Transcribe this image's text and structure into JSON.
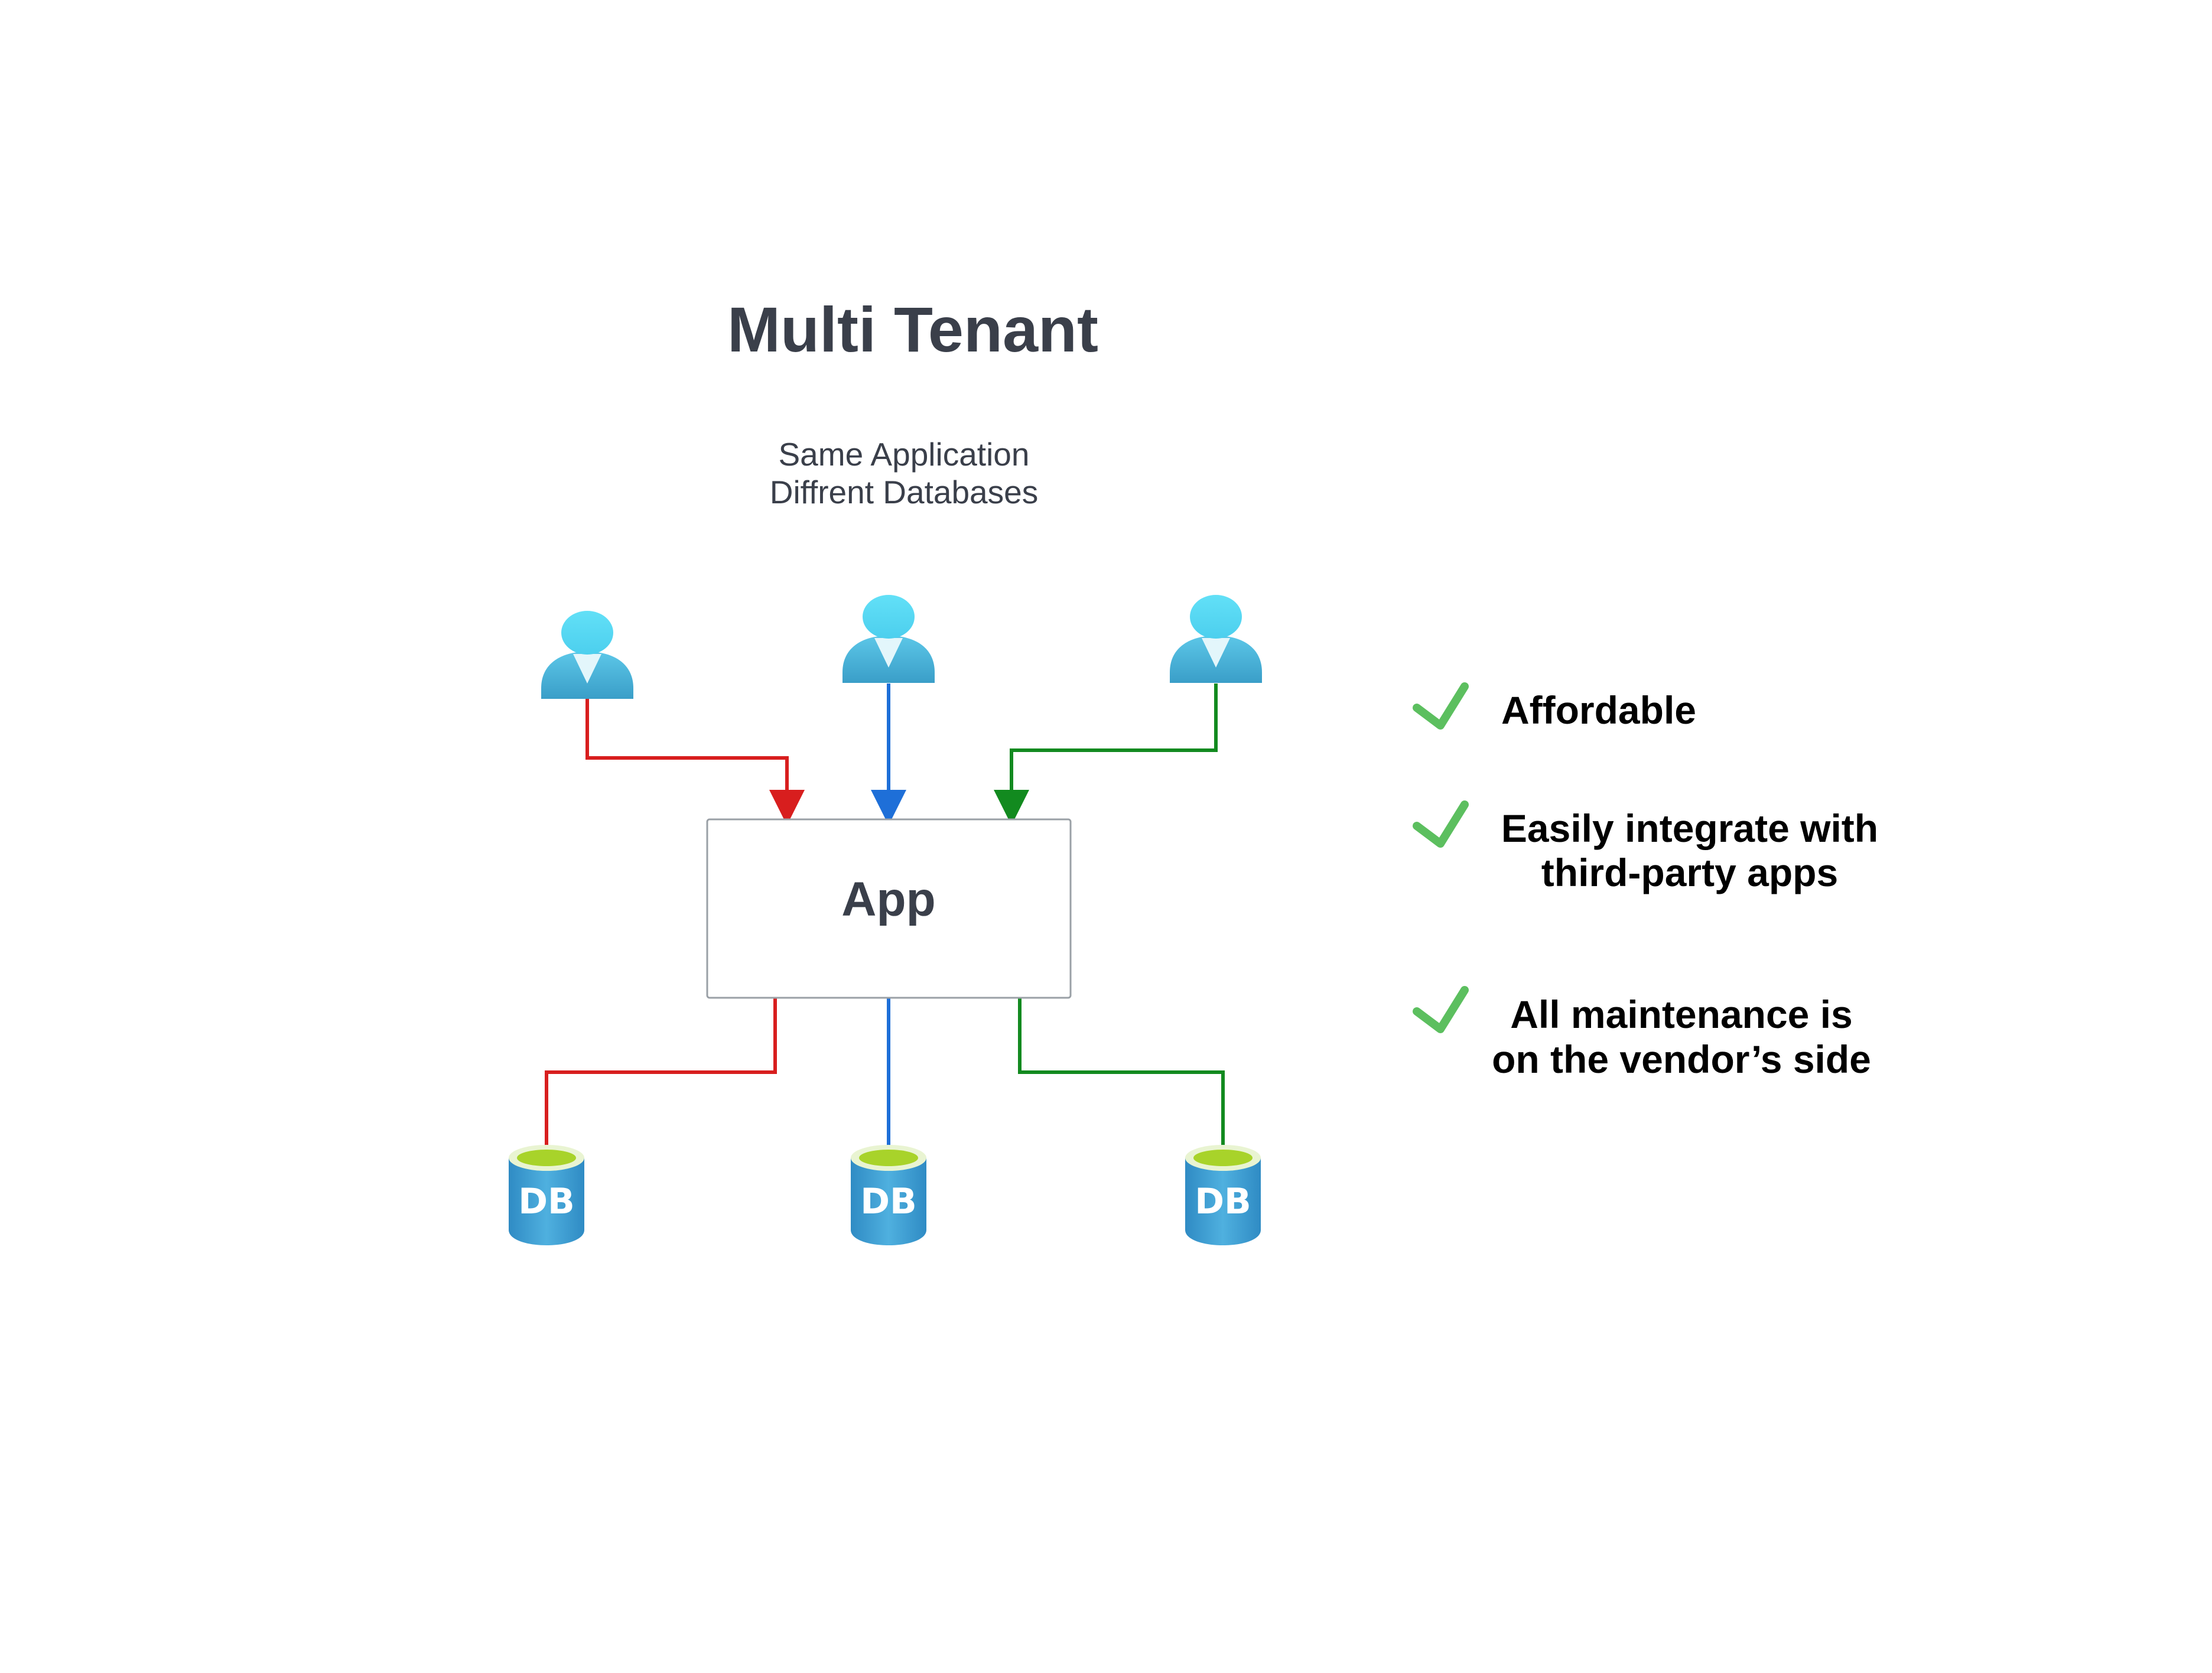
{
  "title": "Multi Tenant",
  "subtitle_lines": [
    "Same Application",
    "Diffrent Databases"
  ],
  "app_label": "App",
  "users": [
    {
      "icon": "user-icon"
    },
    {
      "icon": "user-icon"
    },
    {
      "icon": "user-icon"
    }
  ],
  "databases": [
    {
      "icon": "database-icon",
      "label": "DB"
    },
    {
      "icon": "database-icon",
      "label": "DB"
    },
    {
      "icon": "database-icon",
      "label": "DB"
    }
  ],
  "benefits": [
    {
      "icon": "checkmark-icon",
      "lines": [
        "Affordable"
      ]
    },
    {
      "icon": "checkmark-icon",
      "lines": [
        "Easily integrate with",
        "third-party apps"
      ]
    },
    {
      "icon": "checkmark-icon",
      "lines": [
        "All maintenance is",
        "on the vendor’s side"
      ]
    }
  ],
  "colors": {
    "title": "#3a3f4a",
    "subtitle": "#3a3f4a",
    "tenant_1_line": "#d81e1e",
    "tenant_2_line": "#1e6fd8",
    "tenant_3_line": "#128a1f",
    "user_body": "#45b4d8",
    "user_head": "#5ad6f2",
    "db_body": "#3a9bd0",
    "db_top": "#a8d32a",
    "check": "#5cbf5f",
    "box_border": "#9aa0a6"
  }
}
